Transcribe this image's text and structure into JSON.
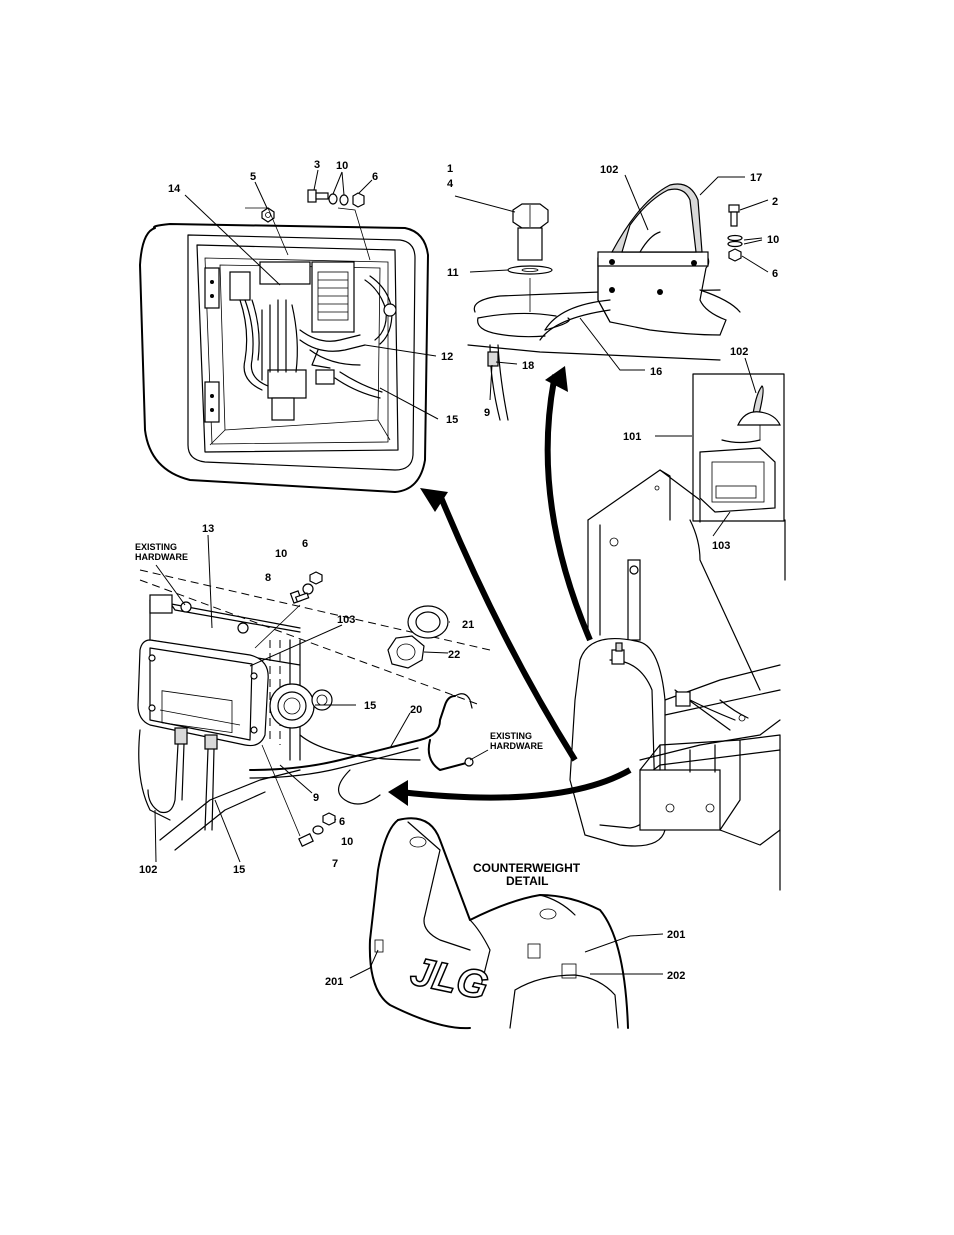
{
  "labels": {
    "l1": "1",
    "l4": "4",
    "l3": "3",
    "l10a": "10",
    "l6a": "6",
    "l5": "5",
    "l14": "14",
    "l102a": "102",
    "l17": "17",
    "l2": "2",
    "l10b": "10",
    "l6b": "6",
    "l11": "11",
    "l12": "12",
    "l18": "18",
    "l16": "16",
    "l9a": "9",
    "l15a": "15",
    "l102b": "102",
    "l101": "101",
    "l103a": "103",
    "l13": "13",
    "l6c": "6",
    "l10c": "10",
    "l8": "8",
    "l103b": "103",
    "l21": "21",
    "l22": "22",
    "l15b": "15",
    "l20": "20",
    "l9b": "9",
    "l6d": "6",
    "l10d": "10",
    "l7": "7",
    "l102c": "102",
    "l15c": "15",
    "l201a": "201",
    "l201b": "201",
    "l202": "202"
  },
  "notes": {
    "existing_hw_1_line1": "EXISTING",
    "existing_hw_1_line2": "HARDWARE",
    "existing_hw_2_line1": "EXISTING",
    "existing_hw_2_line2": "HARDWARE",
    "counterweight_line1": "COUNTERWEIGHT",
    "counterweight_line2": "DETAIL"
  },
  "logo": {
    "text": "JLG"
  }
}
